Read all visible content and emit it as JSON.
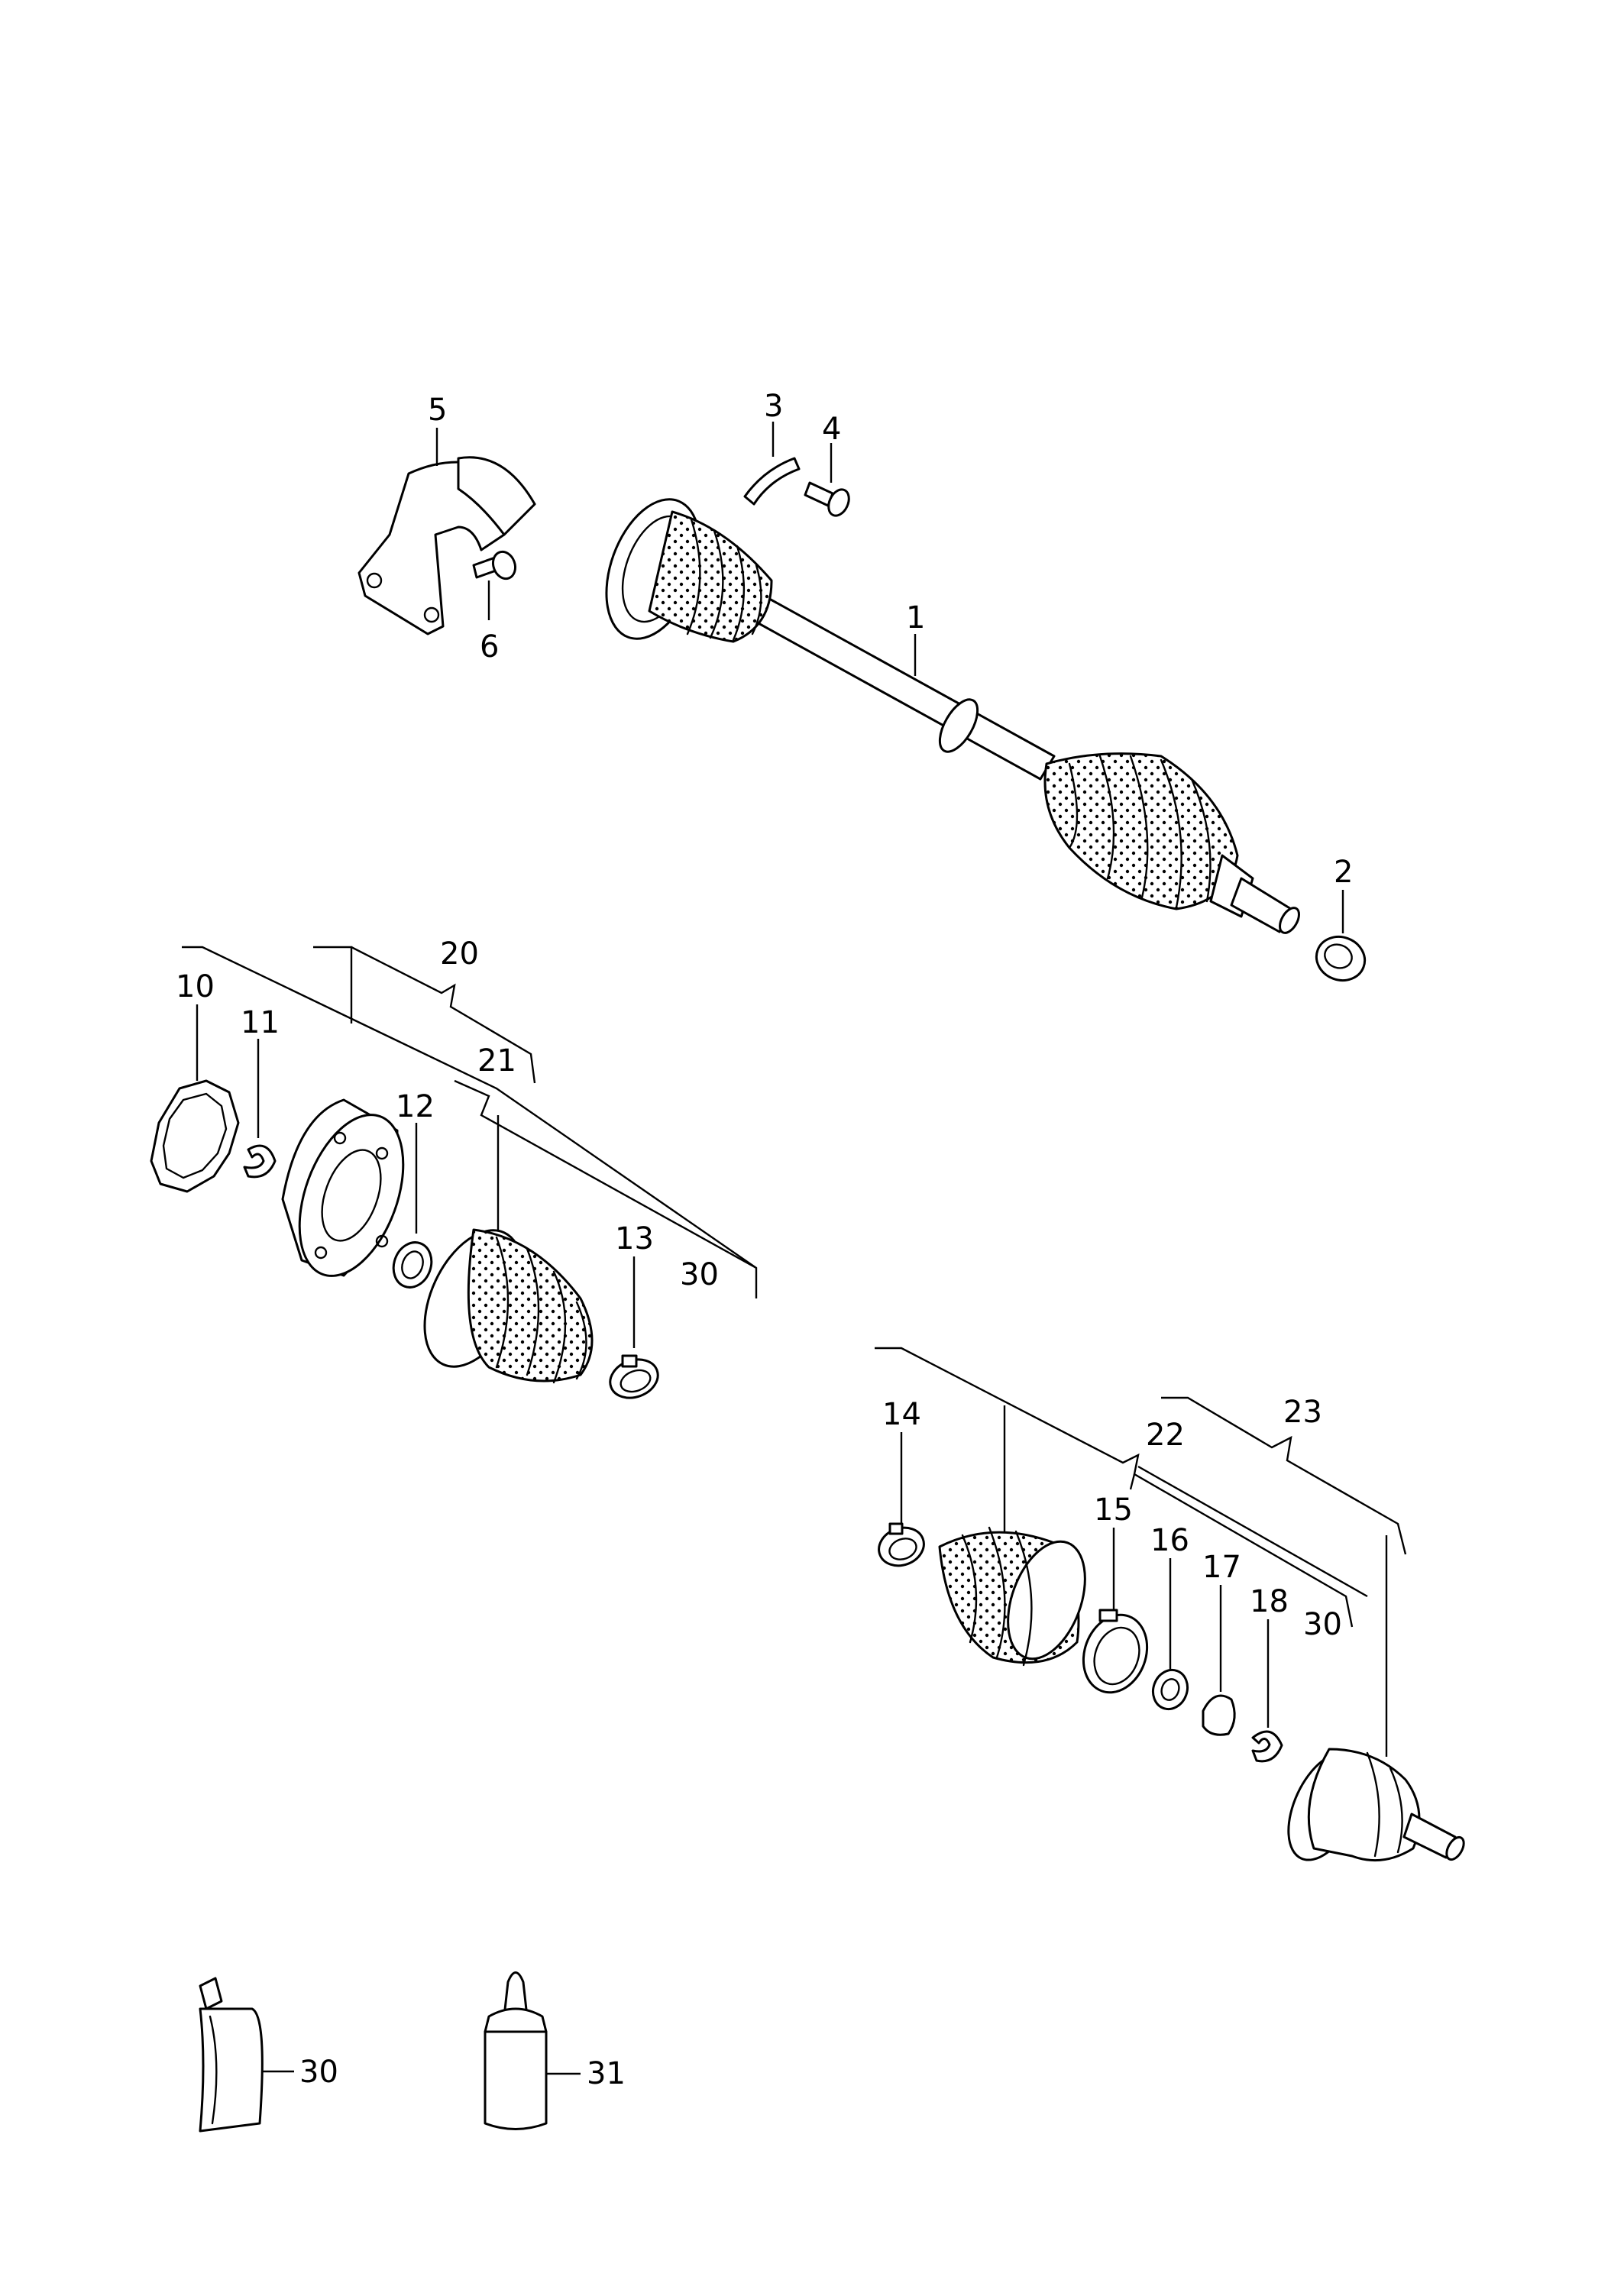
{
  "diagram": {
    "background": "#ffffff",
    "line_color": "#000000",
    "callouts": {
      "c1": "1",
      "c2": "2",
      "c3": "3",
      "c4": "4",
      "c5": "5",
      "c6": "6",
      "c10": "10",
      "c11": "11",
      "c12": "12",
      "c13": "13",
      "c14": "14",
      "c15": "15",
      "c16": "16",
      "c17": "17",
      "c18": "18",
      "c20": "20",
      "c21": "21",
      "c22": "22",
      "c23": "23",
      "c30a": "30",
      "c30b": "30",
      "c30c": "30",
      "c31": "31"
    }
  }
}
